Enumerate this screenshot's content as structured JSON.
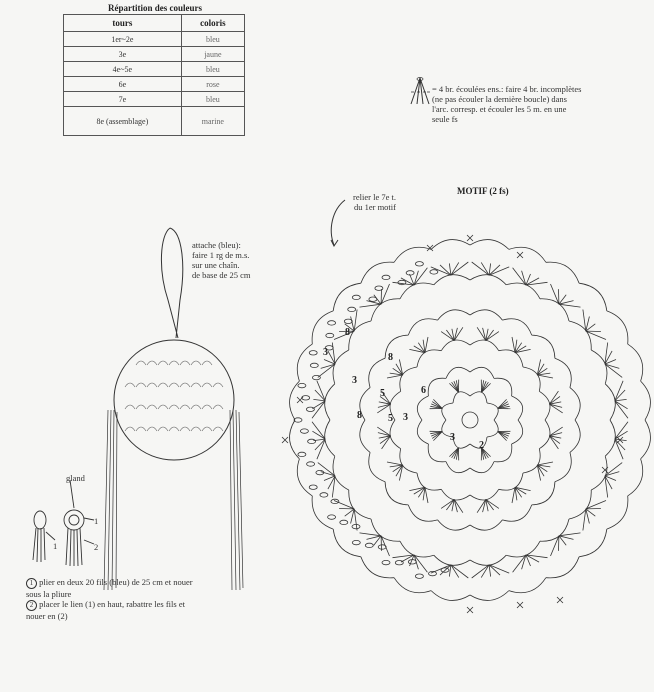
{
  "table": {
    "caption": "Répartition des couleurs",
    "headers": [
      "tours",
      "coloris"
    ],
    "rows": [
      {
        "tour": "1er~2e",
        "color": "bleu"
      },
      {
        "tour": "3e",
        "color": "jaune"
      },
      {
        "tour": "4e~5e",
        "color": "bleu"
      },
      {
        "tour": "6e",
        "color": "rose"
      },
      {
        "tour": "7e",
        "color": "bleu"
      },
      {
        "tour": "8e (assemblage)",
        "color": "marine"
      }
    ]
  },
  "legend": {
    "text_lines": [
      "= 4 br. écoulées ens.: faire 4 br. incomplètes",
      "(ne pas écouler la dernière boucle) dans",
      "l'arc. corresp. et écouler les 5 m. en une",
      "seule fs"
    ]
  },
  "motif": {
    "title": "MOTIF (2 fs)",
    "join_note_lines": [
      "relier le 7e t.",
      "du 1er motif"
    ],
    "round_numbers": [
      "8",
      "8",
      "3",
      "3",
      "5",
      "5",
      "6",
      "8",
      "3",
      "3",
      "2"
    ]
  },
  "ball": {
    "attache_lines": [
      "attache (bleu):",
      "faire 1 rg de m.s.",
      "sur une chaîn.",
      "de base de 25 cm"
    ]
  },
  "tassel": {
    "label": "gland",
    "num1": "1",
    "num2": "2",
    "step1": "plier en deux 20 fils (bleu) de 25 cm et nouer",
    "step1b": "sous la pliure",
    "step2": "placer le lien (1) en haut, rabattre les fils et",
    "step2b": "nouer en (2)",
    "step1_marker": "1",
    "step2_marker": "2"
  }
}
